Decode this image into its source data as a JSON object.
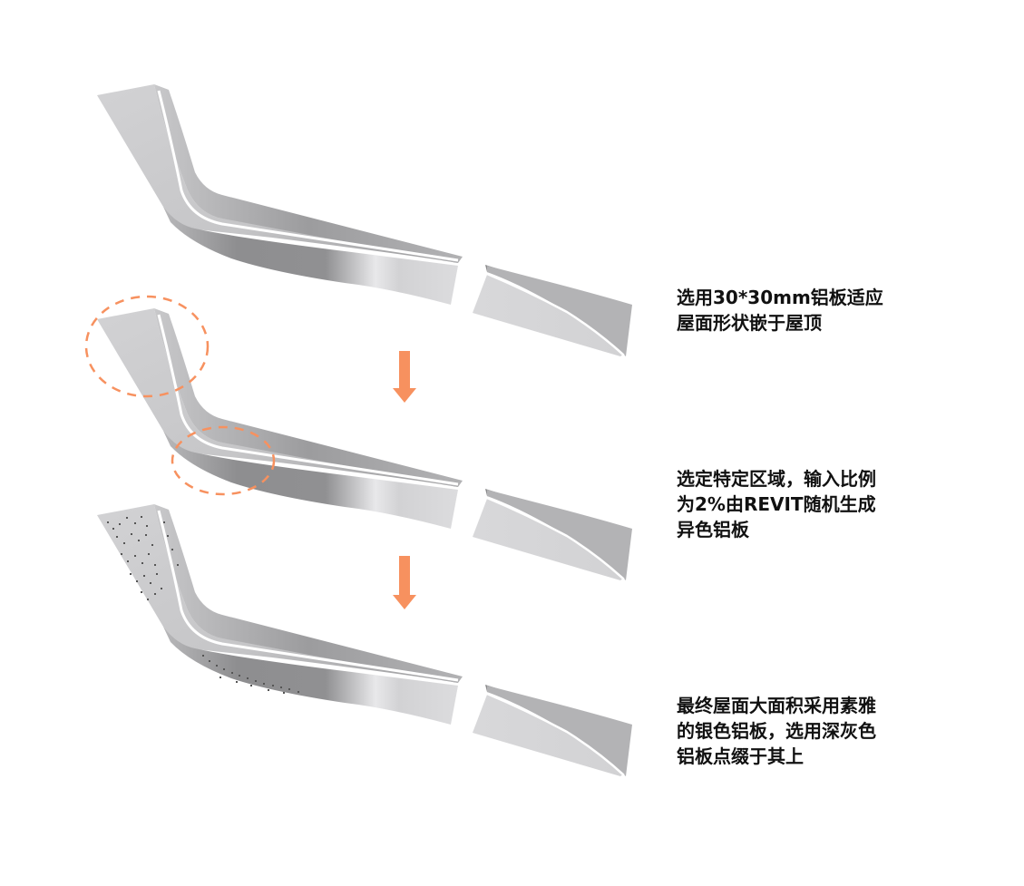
{
  "diagram": {
    "type": "roof-panel-process",
    "steps": [
      {
        "id": 1,
        "lines": [
          "选用30*30mm铝板适应",
          "屋面形状嵌于屋顶"
        ],
        "text": "选用30*30mm铝板适应屋面形状嵌于屋顶"
      },
      {
        "id": 2,
        "lines": [
          "选定特定区域，输入比例",
          "为2%由REVIT随机生成",
          "异色铝板"
        ],
        "text": "选定特定区域，输入比例为2%由REVIT随机生成异色铝板"
      },
      {
        "id": 3,
        "lines": [
          "最终屋面大面积采用素雅",
          "的银色铝板，选用深灰色",
          "铝板点缀于其上"
        ],
        "text": "最终屋面大面积采用素雅的银色铝板，选用深灰色铝板点缀于其上"
      }
    ],
    "arrows": [
      {
        "from_step": 1,
        "to_step": 2,
        "icon": "arrow-down-icon"
      },
      {
        "from_step": 2,
        "to_step": 3,
        "icon": "arrow-down-icon"
      }
    ],
    "highlight_regions": [
      {
        "step": 2,
        "shape": "dashed-ellipse",
        "label": "upper-tip-region"
      },
      {
        "step": 2,
        "shape": "dashed-ellipse",
        "label": "curve-edge-region"
      }
    ]
  },
  "colors": {
    "accent": "#F7915F",
    "text": "#111111",
    "panel_light": "#D8D8DA",
    "panel_mid": "#BEBEC0",
    "panel_dark": "#8A8A8C",
    "dots": "#555555",
    "background": "#FFFFFF"
  }
}
